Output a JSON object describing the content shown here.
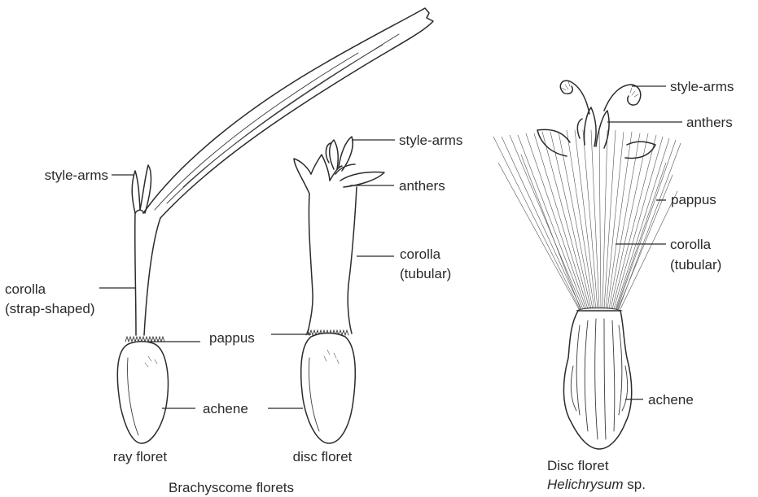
{
  "ray_floret": {
    "labels": {
      "style_arms": "style-arms",
      "corolla_line1": "corolla",
      "corolla_line2": "(strap-shaped)"
    },
    "caption": "ray floret"
  },
  "brachyscome_disc_floret": {
    "labels": {
      "style_arms": "style-arms",
      "anthers": "anthers",
      "corolla_line1": "corolla",
      "corolla_line2": "(tubular)"
    },
    "caption": "disc floret"
  },
  "shared_labels": {
    "pappus": "pappus",
    "achene": "achene"
  },
  "group_caption": "Brachyscome florets",
  "helichrysum_floret": {
    "labels": {
      "style_arms": "style-arms",
      "anthers": "anthers",
      "pappus": "pappus",
      "corolla_line1": "corolla",
      "corolla_line2": "(tubular)",
      "achene": "achene"
    },
    "caption_line1": "Disc floret",
    "caption_genus": "Helichrysum",
    "caption_suffix": " sp."
  }
}
